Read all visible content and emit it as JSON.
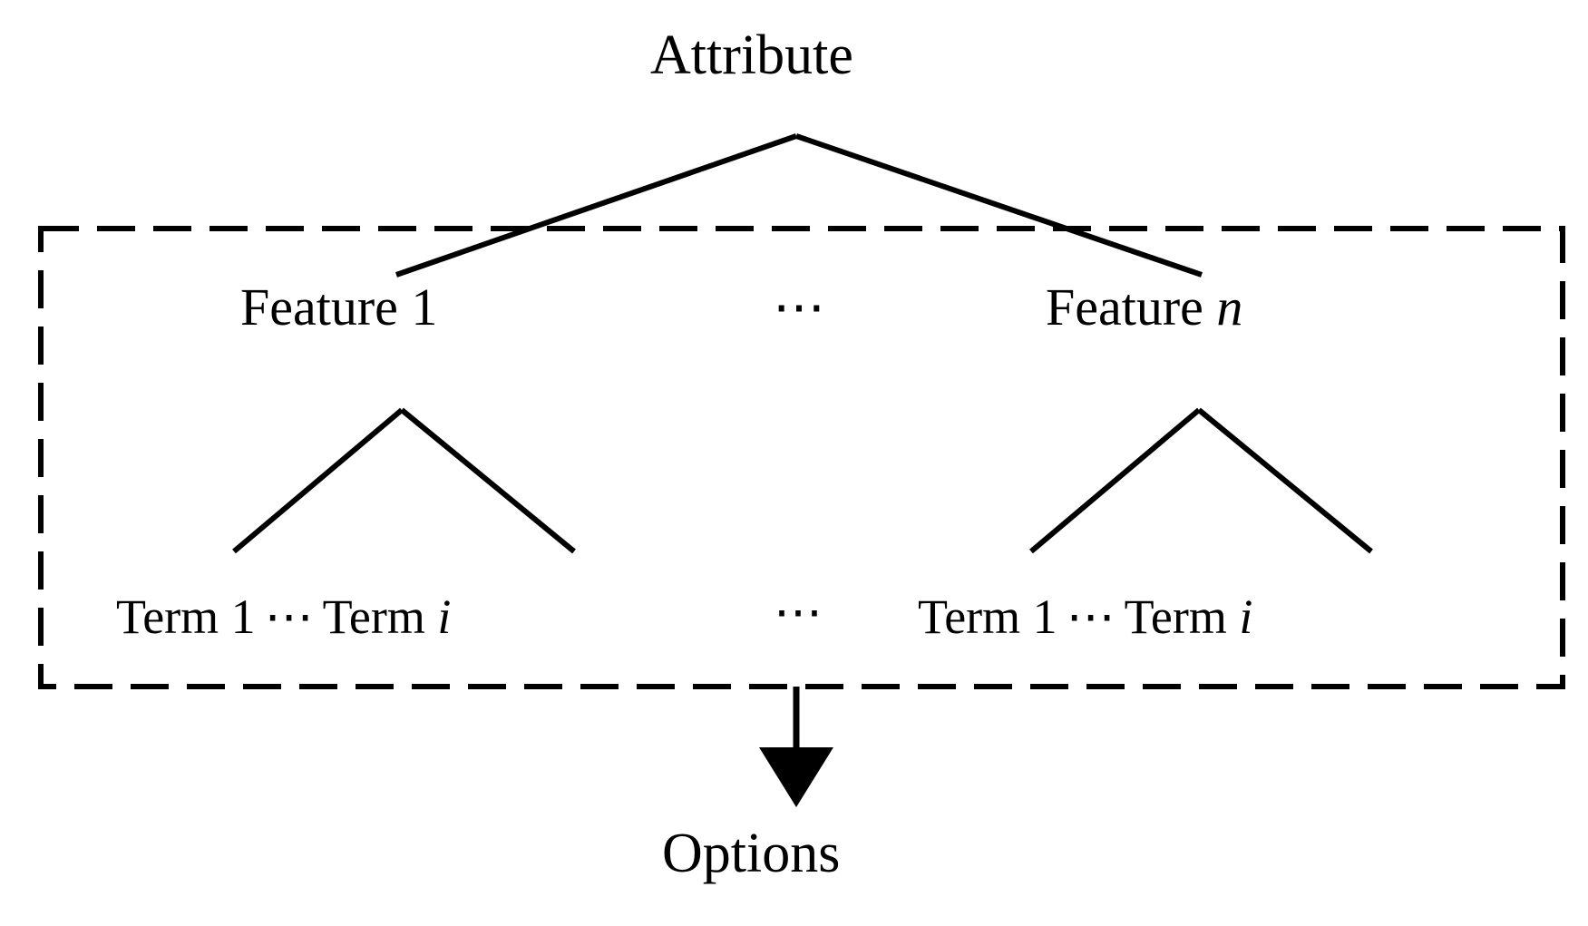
{
  "diagram": {
    "title_node": {
      "label": "Attribute",
      "name": "attribute-root-node"
    },
    "grouping_box": {
      "name": "dashed-grouping-box",
      "style": "dashed",
      "color": "#000000"
    },
    "features": [
      {
        "label_prefix": "Feature",
        "label_index": "1",
        "index_italic": false,
        "terms": [
          {
            "prefix": "Term",
            "index": "1",
            "index_italic": false
          },
          {
            "separator": "⋯"
          },
          {
            "prefix": "Term",
            "index": "i",
            "index_italic": true
          }
        ]
      },
      {
        "label_prefix": "Feature",
        "label_index": "n",
        "index_italic": true,
        "terms": [
          {
            "prefix": "Term",
            "index": "1",
            "index_italic": false
          },
          {
            "separator": "⋯"
          },
          {
            "prefix": "Term",
            "index": "i",
            "index_italic": true
          }
        ]
      }
    ],
    "feature_level_ellipsis": "⋯",
    "term_level_ellipsis": "⋯",
    "output_node": {
      "label": "Options",
      "name": "options-output-node"
    },
    "arrow": {
      "name": "down-arrow",
      "direction": "down",
      "color": "#000000"
    },
    "colors": {
      "stroke": "#000000",
      "background": "#ffffff",
      "text": "#000000"
    }
  }
}
